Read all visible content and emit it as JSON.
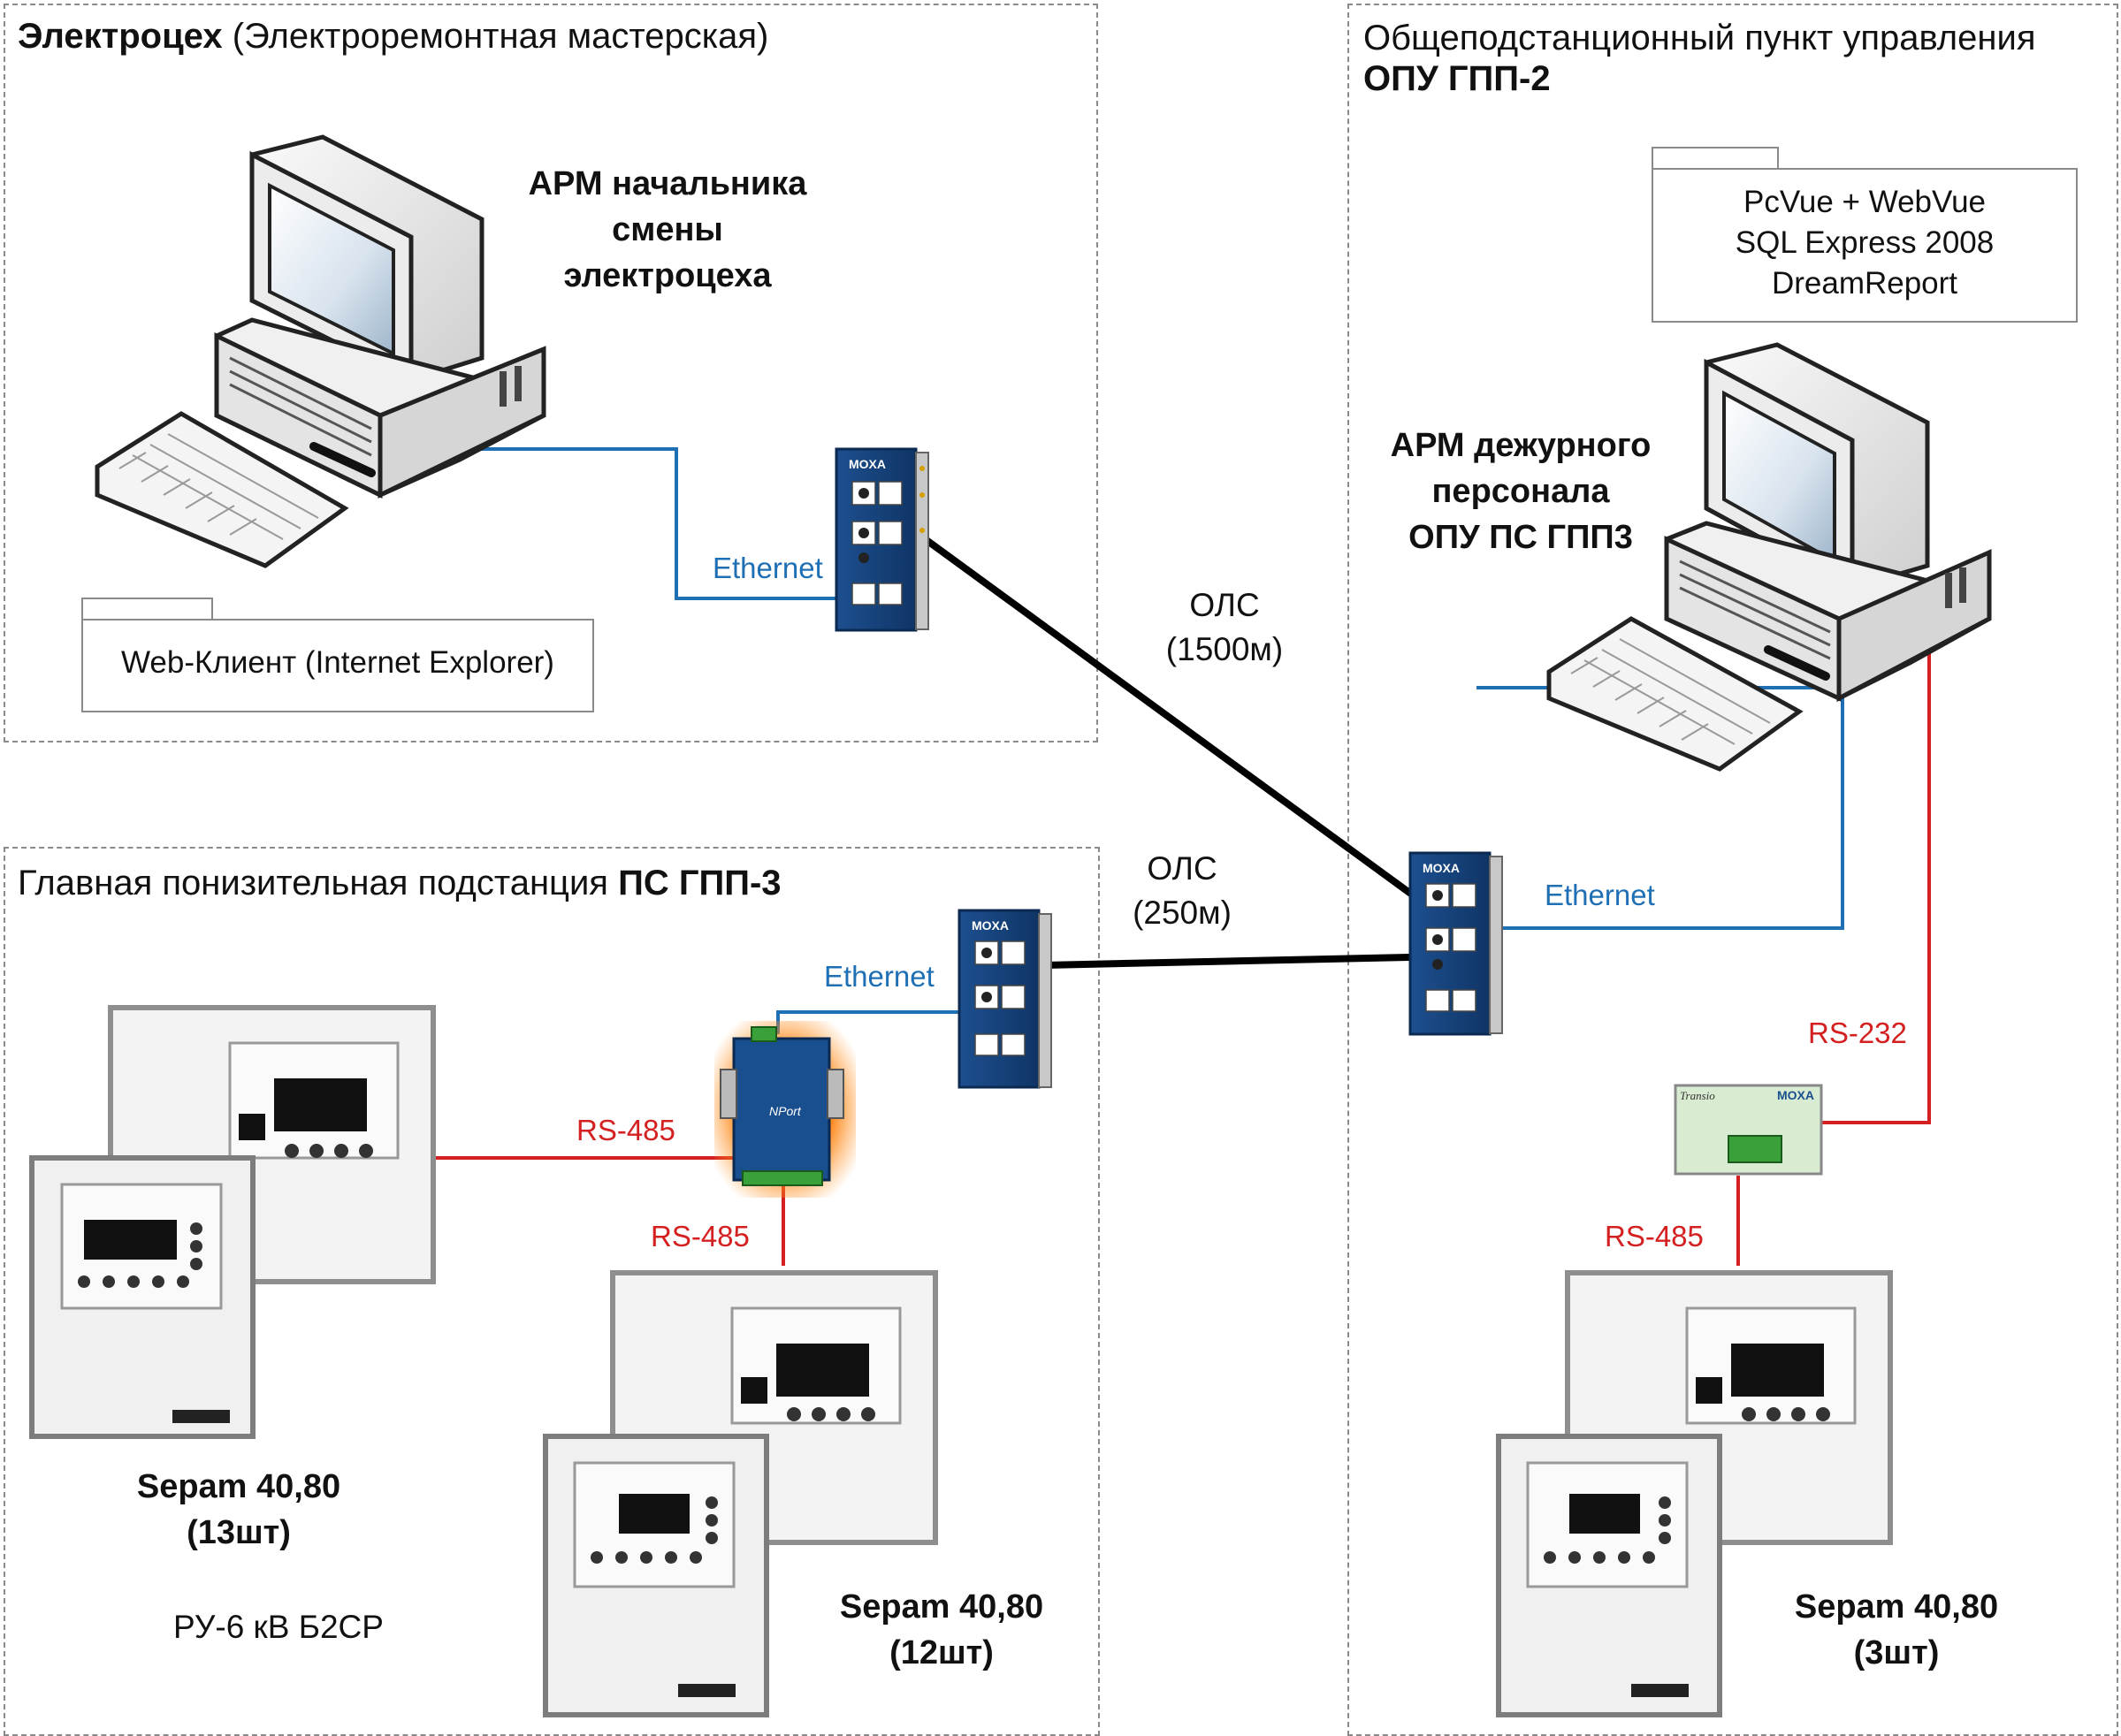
{
  "zones": {
    "elektrotseh": {
      "title_bold": "Электроцех",
      "title_rest": " (Электроремонтная мастерская)"
    },
    "opu": {
      "title_line1": "Общеподстанционный пункт управления",
      "title_line2_bold": "ОПУ ГПП-2"
    },
    "gpp3": {
      "title_rest": "Главная понизительная подстанция ",
      "title_bold": "ПС ГПП-3"
    }
  },
  "workstations": {
    "shift_chief": {
      "lines": [
        "АРМ начальника",
        "смены",
        "электроцеха"
      ]
    },
    "duty_staff": {
      "lines": [
        "АРМ дежурного",
        "персонала",
        "ОПУ ПС ГПП3"
      ]
    }
  },
  "notes": {
    "web_client": "Web-Клиент (Internet Explorer)",
    "software": [
      "PcVue + WebVue",
      "SQL Express 2008",
      "DreamReport"
    ]
  },
  "links": {
    "ethernet_top": "Ethernet",
    "ethernet_opu": "Ethernet",
    "ethernet_gpp3": "Ethernet",
    "ols_1500": [
      "ОЛС",
      "(1500м)"
    ],
    "ols_250": [
      "ОЛС",
      "(250м)"
    ],
    "rs485_left": "RS-485",
    "rs485_mid": "RS-485",
    "rs485_right": "RS-485",
    "rs232": "RS-232"
  },
  "device_labels": {
    "switch_brand": "MOXA",
    "converter_brand": "MOXA",
    "converter_model": "Transio",
    "nport_model": "NPort"
  },
  "sepam_groups": [
    {
      "lines": [
        "Sepam 40,80",
        "(13шт)"
      ]
    },
    {
      "lines": [
        "Sepam 40,80",
        "(12шт)"
      ]
    },
    {
      "lines": [
        "Sepam 40,80",
        "(3шт)"
      ]
    }
  ],
  "ru_label": "РУ-6 кВ Б2СР",
  "colors": {
    "ethernet": "#1f6fb5",
    "serial": "#d42020",
    "fiber": "#000000",
    "zone_border": "#8a8a8a"
  }
}
